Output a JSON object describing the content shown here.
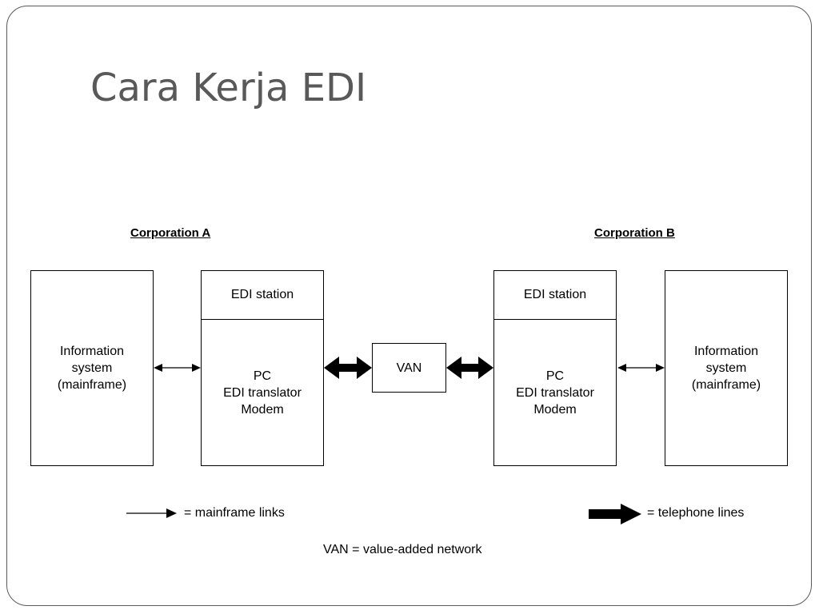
{
  "slide": {
    "title": "Cara Kerja EDI"
  },
  "diagram": {
    "corporation_a": "Corporation A",
    "corporation_b": "Corporation B",
    "info_system_a": "Information\nsystem\n(mainframe)",
    "edi_station_a": "EDI station",
    "edi_box_a": "PC\nEDI translator\nModem",
    "van": "VAN",
    "edi_station_b": "EDI station",
    "edi_box_b": "PC\nEDI translator\nModem",
    "info_system_b": "Information\nsystem\n(mainframe)"
  },
  "legend": {
    "mainframe_links": "= mainframe links",
    "telephone_lines": "= telephone lines",
    "van_definition": "VAN = value-added network"
  }
}
